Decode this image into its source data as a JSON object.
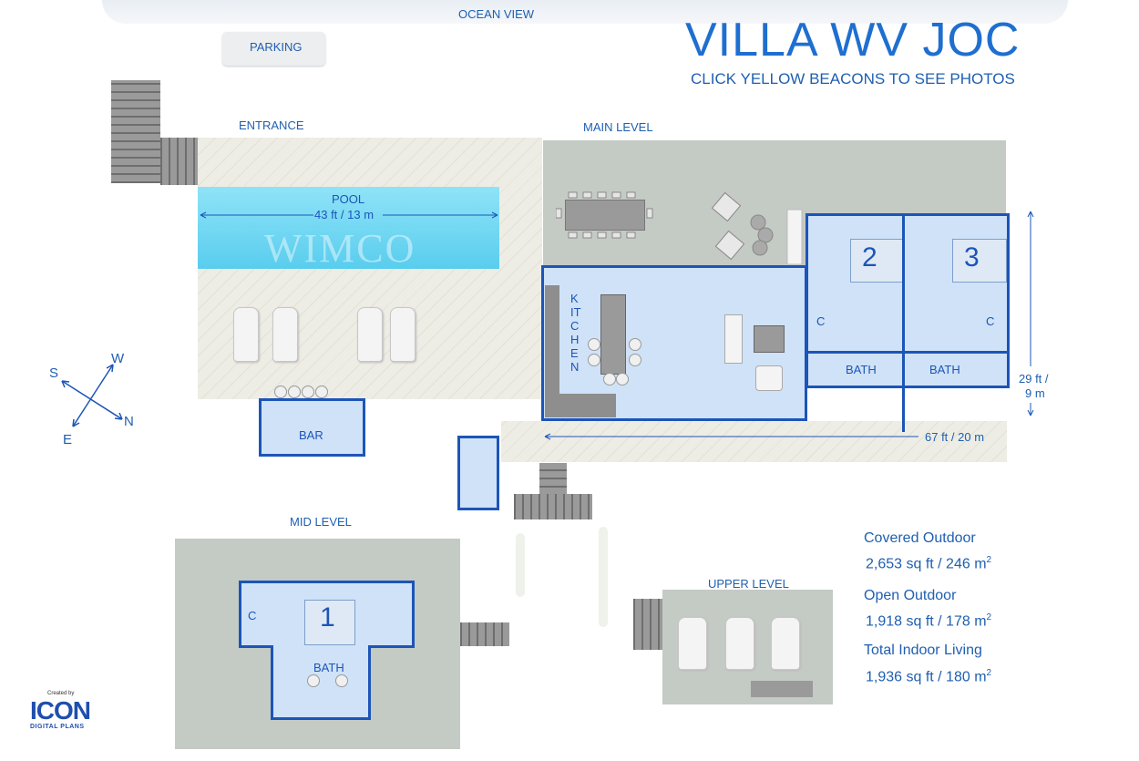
{
  "header": {
    "ocean_view": "OCEAN VIEW",
    "title": "VILLA WV JOC",
    "subtitle": "CLICK YELLOW BEACONS TO SEE PHOTOS"
  },
  "labels": {
    "parking": "PARKING",
    "entrance": "ENTRANCE",
    "main_level": "MAIN LEVEL",
    "mid_level": "MID LEVEL",
    "upper_level": "UPPER LEVEL",
    "pool": "POOL",
    "pool_size": "43 ft / 13 m",
    "bar": "BAR",
    "kitchen": "KITCHEN",
    "bath": "BATH",
    "closet": "C",
    "width_dim": "67 ft / 20 m",
    "height_dim_1": "29 ft /",
    "height_dim_2": "9 m",
    "watermark": "WIMCO"
  },
  "bedrooms": [
    "2",
    "3",
    "1"
  ],
  "compass": {
    "s": "S",
    "w": "W",
    "e": "E",
    "n": "N"
  },
  "stats": {
    "covered_outdoor": {
      "label": "Covered Outdoor",
      "value": "2,653 sq ft / 246 m",
      "unit_sup": "2"
    },
    "open_outdoor": {
      "label": "Open Outdoor",
      "value": "1,918 sq ft / 178 m",
      "unit_sup": "2"
    },
    "total_indoor": {
      "label": "Total Indoor Living",
      "value": "1,936 sq ft / 180 m",
      "unit_sup": "2"
    }
  },
  "logo": {
    "created_by": "Created by",
    "brand": "ICON",
    "tagline": "DIGITAL PLANS"
  },
  "colors": {
    "wall": "#1c55b8",
    "interior": "#cfe2f7",
    "pool": "#6fd6f3",
    "deck": "#b8c0b8",
    "text": "#1f5fb0"
  }
}
